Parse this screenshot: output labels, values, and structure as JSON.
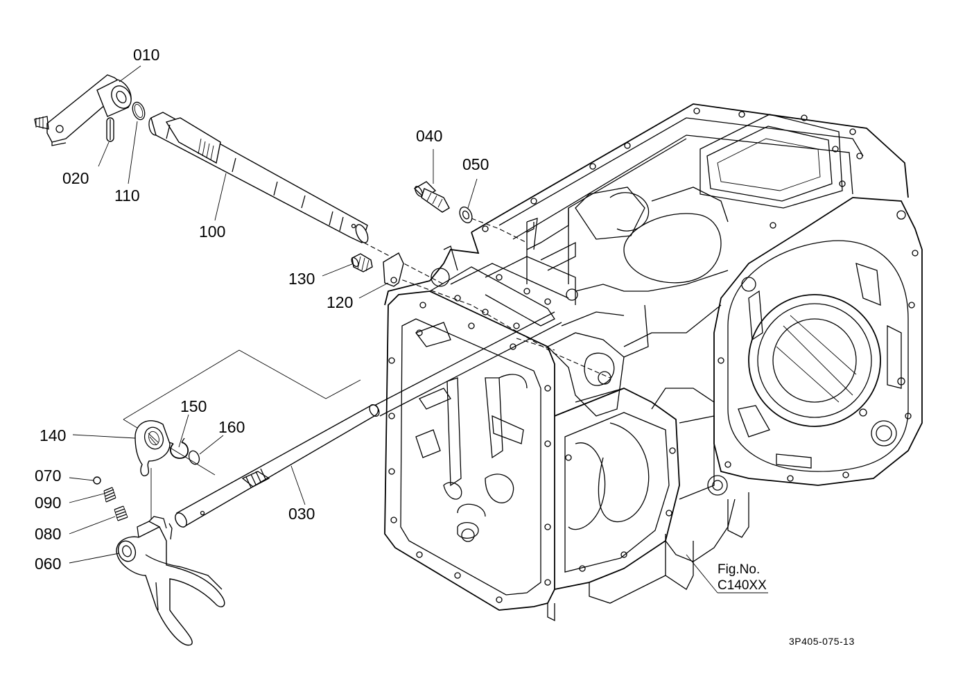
{
  "parts": [
    {
      "number": "010",
      "name": "lever"
    },
    {
      "number": "020",
      "name": "spring-pin"
    },
    {
      "number": "110",
      "name": "o-ring"
    },
    {
      "number": "100",
      "name": "shift-shaft"
    },
    {
      "number": "040",
      "name": "bolt"
    },
    {
      "number": "050",
      "name": "washer"
    },
    {
      "number": "130",
      "name": "bolt"
    },
    {
      "number": "120",
      "name": "stopper-plate"
    },
    {
      "number": "140",
      "name": "shift-arm"
    },
    {
      "number": "150",
      "name": "circlip"
    },
    {
      "number": "160",
      "name": "o-ring"
    },
    {
      "number": "070",
      "name": "ball"
    },
    {
      "number": "090",
      "name": "spring"
    },
    {
      "number": "080",
      "name": "spring"
    },
    {
      "number": "060",
      "name": "shift-fork"
    },
    {
      "number": "030",
      "name": "fork-rod"
    }
  ],
  "figure_reference": {
    "line1": "Fig.No.",
    "line2": "C140XX"
  },
  "drawing_code": "3P405-075-13"
}
